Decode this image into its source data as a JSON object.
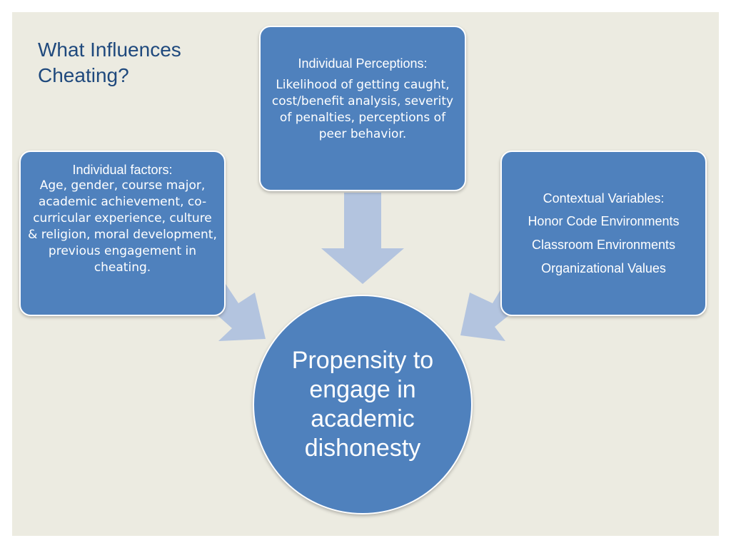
{
  "title": "What Influences Cheating?",
  "colors": {
    "background": "#ecebe1",
    "node_fill": "#4f81bd",
    "arrow_fill": "#b3c4df",
    "title_text": "#1f497d"
  },
  "boxes": {
    "individual_factors": {
      "heading": "Individual factors:",
      "body": "Age, gender, course major, academic achievement, co-curricular experience, culture & religion, moral development, previous engagement in cheating."
    },
    "individual_perceptions": {
      "heading": "Individual Perceptions:",
      "body": "Likelihood of getting caught, cost/benefit analysis, severity of penalties, perceptions of peer behavior."
    },
    "contextual_variables": {
      "heading": "Contextual Variables:",
      "items": [
        "Honor Code Environments",
        "Classroom Environments",
        "Organizational Values"
      ]
    }
  },
  "center": {
    "text": "Propensity to engage in academic dishonesty"
  }
}
